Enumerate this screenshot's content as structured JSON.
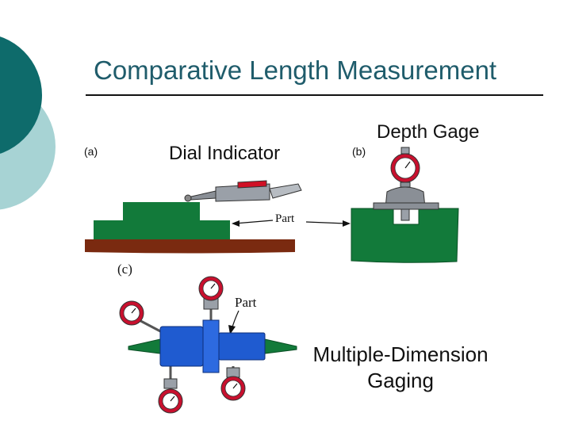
{
  "slide": {
    "title": "Comparative Length Measurement",
    "caption_line1": "Multiple-Dimension",
    "caption_line2": "Gaging"
  },
  "figure_a": {
    "tag": "(a)",
    "heading": "Dial Indicator",
    "part_label": "Part"
  },
  "figure_b": {
    "tag": "(b)",
    "heading": "Depth Gage"
  },
  "figure_c": {
    "tag": "(c)",
    "part_label": "Part"
  },
  "colors": {
    "teal_dark": "#0e6b6b",
    "teal_light": "#a7d3d4",
    "part_green": "#127a3a",
    "base_brown": "#7a2a10",
    "gauge_red": "#c8102e",
    "part_blue": "#1f5bd0"
  }
}
